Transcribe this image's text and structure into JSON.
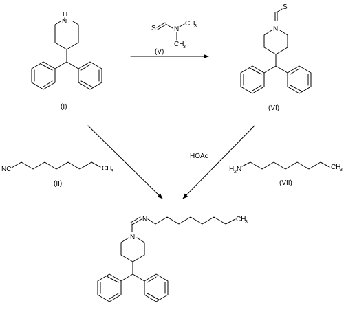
{
  "compounds": {
    "I": {
      "label": "(I)",
      "atoms": {
        "n": "N",
        "h": "H"
      }
    },
    "V": {
      "label": "(V)",
      "atoms": {
        "s": "S",
        "n": "N",
        "ch3a": "CH",
        "ch3a_sub": "3",
        "ch3b": "CH",
        "ch3b_sub": "3"
      }
    },
    "VI": {
      "label": "(VI)",
      "atoms": {
        "n": "N",
        "s": "S"
      }
    },
    "II": {
      "label": "(II)",
      "atoms": {
        "nc": "NC",
        "ch3": "CH",
        "ch3_sub": "3"
      }
    },
    "VII": {
      "label": "(VII)",
      "atoms": {
        "h2n_h": "H",
        "h2n_sub": "2",
        "h2n_n": "N",
        "ch3": "CH",
        "ch3_sub": "3"
      }
    },
    "product": {
      "atoms": {
        "n_imine": "N",
        "n_ring": "N",
        "ch3": "CH",
        "ch3_sub": "3"
      }
    }
  },
  "reagents": {
    "hoac": "HOAc"
  }
}
